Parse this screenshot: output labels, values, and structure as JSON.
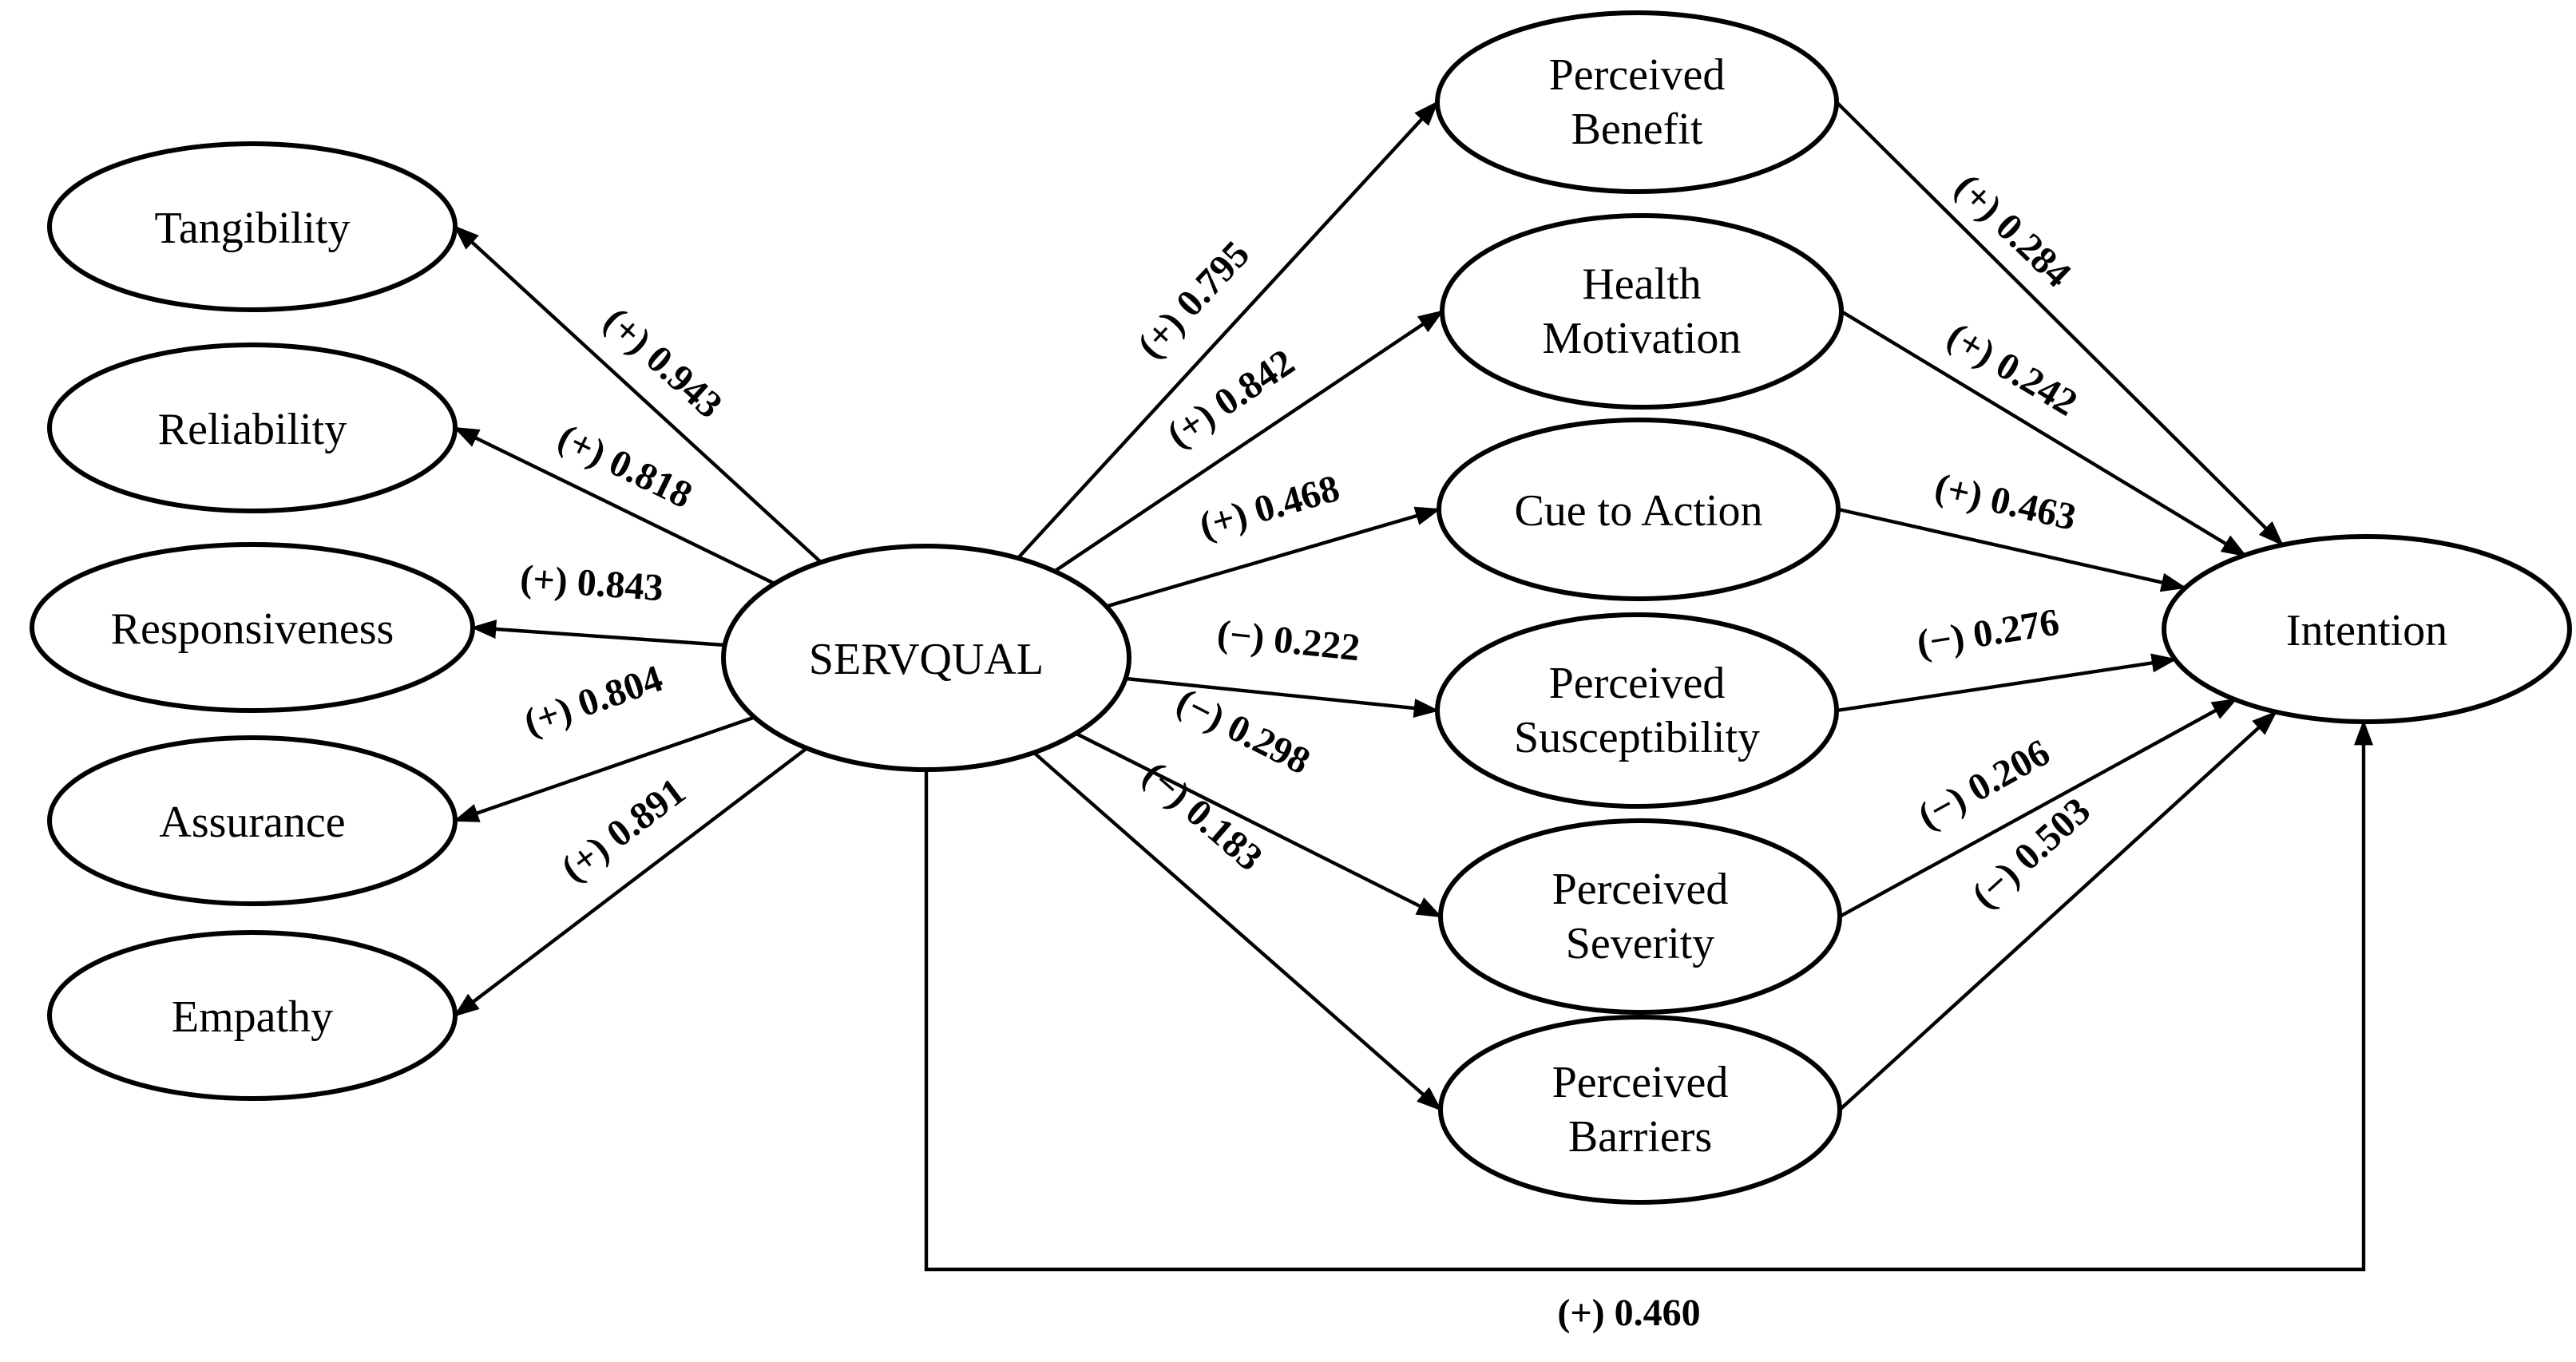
{
  "diagram": {
    "type": "sem-path-model",
    "background": "#ffffff",
    "stroke_color": "#000000",
    "nodes": {
      "servqual": {
        "label": "SERVQUAL"
      },
      "tangibility": {
        "label": "Tangibility"
      },
      "reliability": {
        "label": "Reliability"
      },
      "responsiveness": {
        "label": "Responsiveness"
      },
      "assurance": {
        "label": "Assurance"
      },
      "empathy": {
        "label": "Empathy"
      },
      "perceived_benefit": {
        "line1": "Perceived",
        "line2": "Benefit"
      },
      "health_motivation": {
        "line1": "Health",
        "line2": "Motivation"
      },
      "cue_to_action": {
        "label": "Cue to Action"
      },
      "perceived_susceptibility": {
        "line1": "Perceived",
        "line2": "Susceptibility"
      },
      "perceived_severity": {
        "line1": "Perceived",
        "line2": "Severity"
      },
      "perceived_barriers": {
        "line1": "Perceived",
        "line2": "Barriers"
      },
      "intention": {
        "label": "Intention"
      }
    },
    "edges": {
      "servqual_tangibility": {
        "from": "SERVQUAL",
        "to": "Tangibility",
        "sign": "+",
        "value": 0.943,
        "label": "(+) 0.943"
      },
      "servqual_reliability": {
        "from": "SERVQUAL",
        "to": "Reliability",
        "sign": "+",
        "value": 0.818,
        "label": "(+) 0.818"
      },
      "servqual_responsiveness": {
        "from": "SERVQUAL",
        "to": "Responsiveness",
        "sign": "+",
        "value": 0.843,
        "label": "(+) 0.843"
      },
      "servqual_assurance": {
        "from": "SERVQUAL",
        "to": "Assurance",
        "sign": "+",
        "value": 0.804,
        "label": "(+) 0.804"
      },
      "servqual_empathy": {
        "from": "SERVQUAL",
        "to": "Empathy",
        "sign": "+",
        "value": 0.891,
        "label": "(+) 0.891"
      },
      "servqual_perceived_benefit": {
        "from": "SERVQUAL",
        "to": "Perceived Benefit",
        "sign": "+",
        "value": 0.795,
        "label": "(+) 0.795"
      },
      "servqual_health_motivation": {
        "from": "SERVQUAL",
        "to": "Health Motivation",
        "sign": "+",
        "value": 0.842,
        "label": "(+) 0.842"
      },
      "servqual_cue_to_action": {
        "from": "SERVQUAL",
        "to": "Cue to Action",
        "sign": "+",
        "value": 0.468,
        "label": "(+) 0.468"
      },
      "servqual_perceived_susceptibility": {
        "from": "SERVQUAL",
        "to": "Perceived Susceptibility",
        "sign": "−",
        "value": 0.222,
        "label": "(−) 0.222"
      },
      "servqual_perceived_severity": {
        "from": "SERVQUAL",
        "to": "Perceived Severity",
        "sign": "−",
        "value": 0.298,
        "label": "(−) 0.298"
      },
      "servqual_perceived_barriers": {
        "from": "SERVQUAL",
        "to": "Perceived Barriers",
        "sign": "−",
        "value": 0.183,
        "label": "(−) 0.183"
      },
      "perceived_benefit_intention": {
        "from": "Perceived Benefit",
        "to": "Intention",
        "sign": "+",
        "value": 0.284,
        "label": "(+) 0.284"
      },
      "health_motivation_intention": {
        "from": "Health Motivation",
        "to": "Intention",
        "sign": "+",
        "value": 0.242,
        "label": "(+) 0.242"
      },
      "cue_to_action_intention": {
        "from": "Cue to Action",
        "to": "Intention",
        "sign": "+",
        "value": 0.463,
        "label": "(+) 0.463"
      },
      "perceived_susceptibility_intention": {
        "from": "Perceived Susceptibility",
        "to": "Intention",
        "sign": "−",
        "value": 0.276,
        "label": "(−) 0.276"
      },
      "perceived_severity_intention": {
        "from": "Perceived Severity",
        "to": "Intention",
        "sign": "−",
        "value": 0.206,
        "label": "(−) 0.206"
      },
      "perceived_barriers_intention": {
        "from": "Perceived Barriers",
        "to": "Intention",
        "sign": "−",
        "value": 0.503,
        "label": "(−) 0.503"
      },
      "servqual_intention_direct": {
        "from": "SERVQUAL",
        "to": "Intention",
        "sign": "+",
        "value": 0.46,
        "label": "(+) 0.460"
      }
    }
  }
}
